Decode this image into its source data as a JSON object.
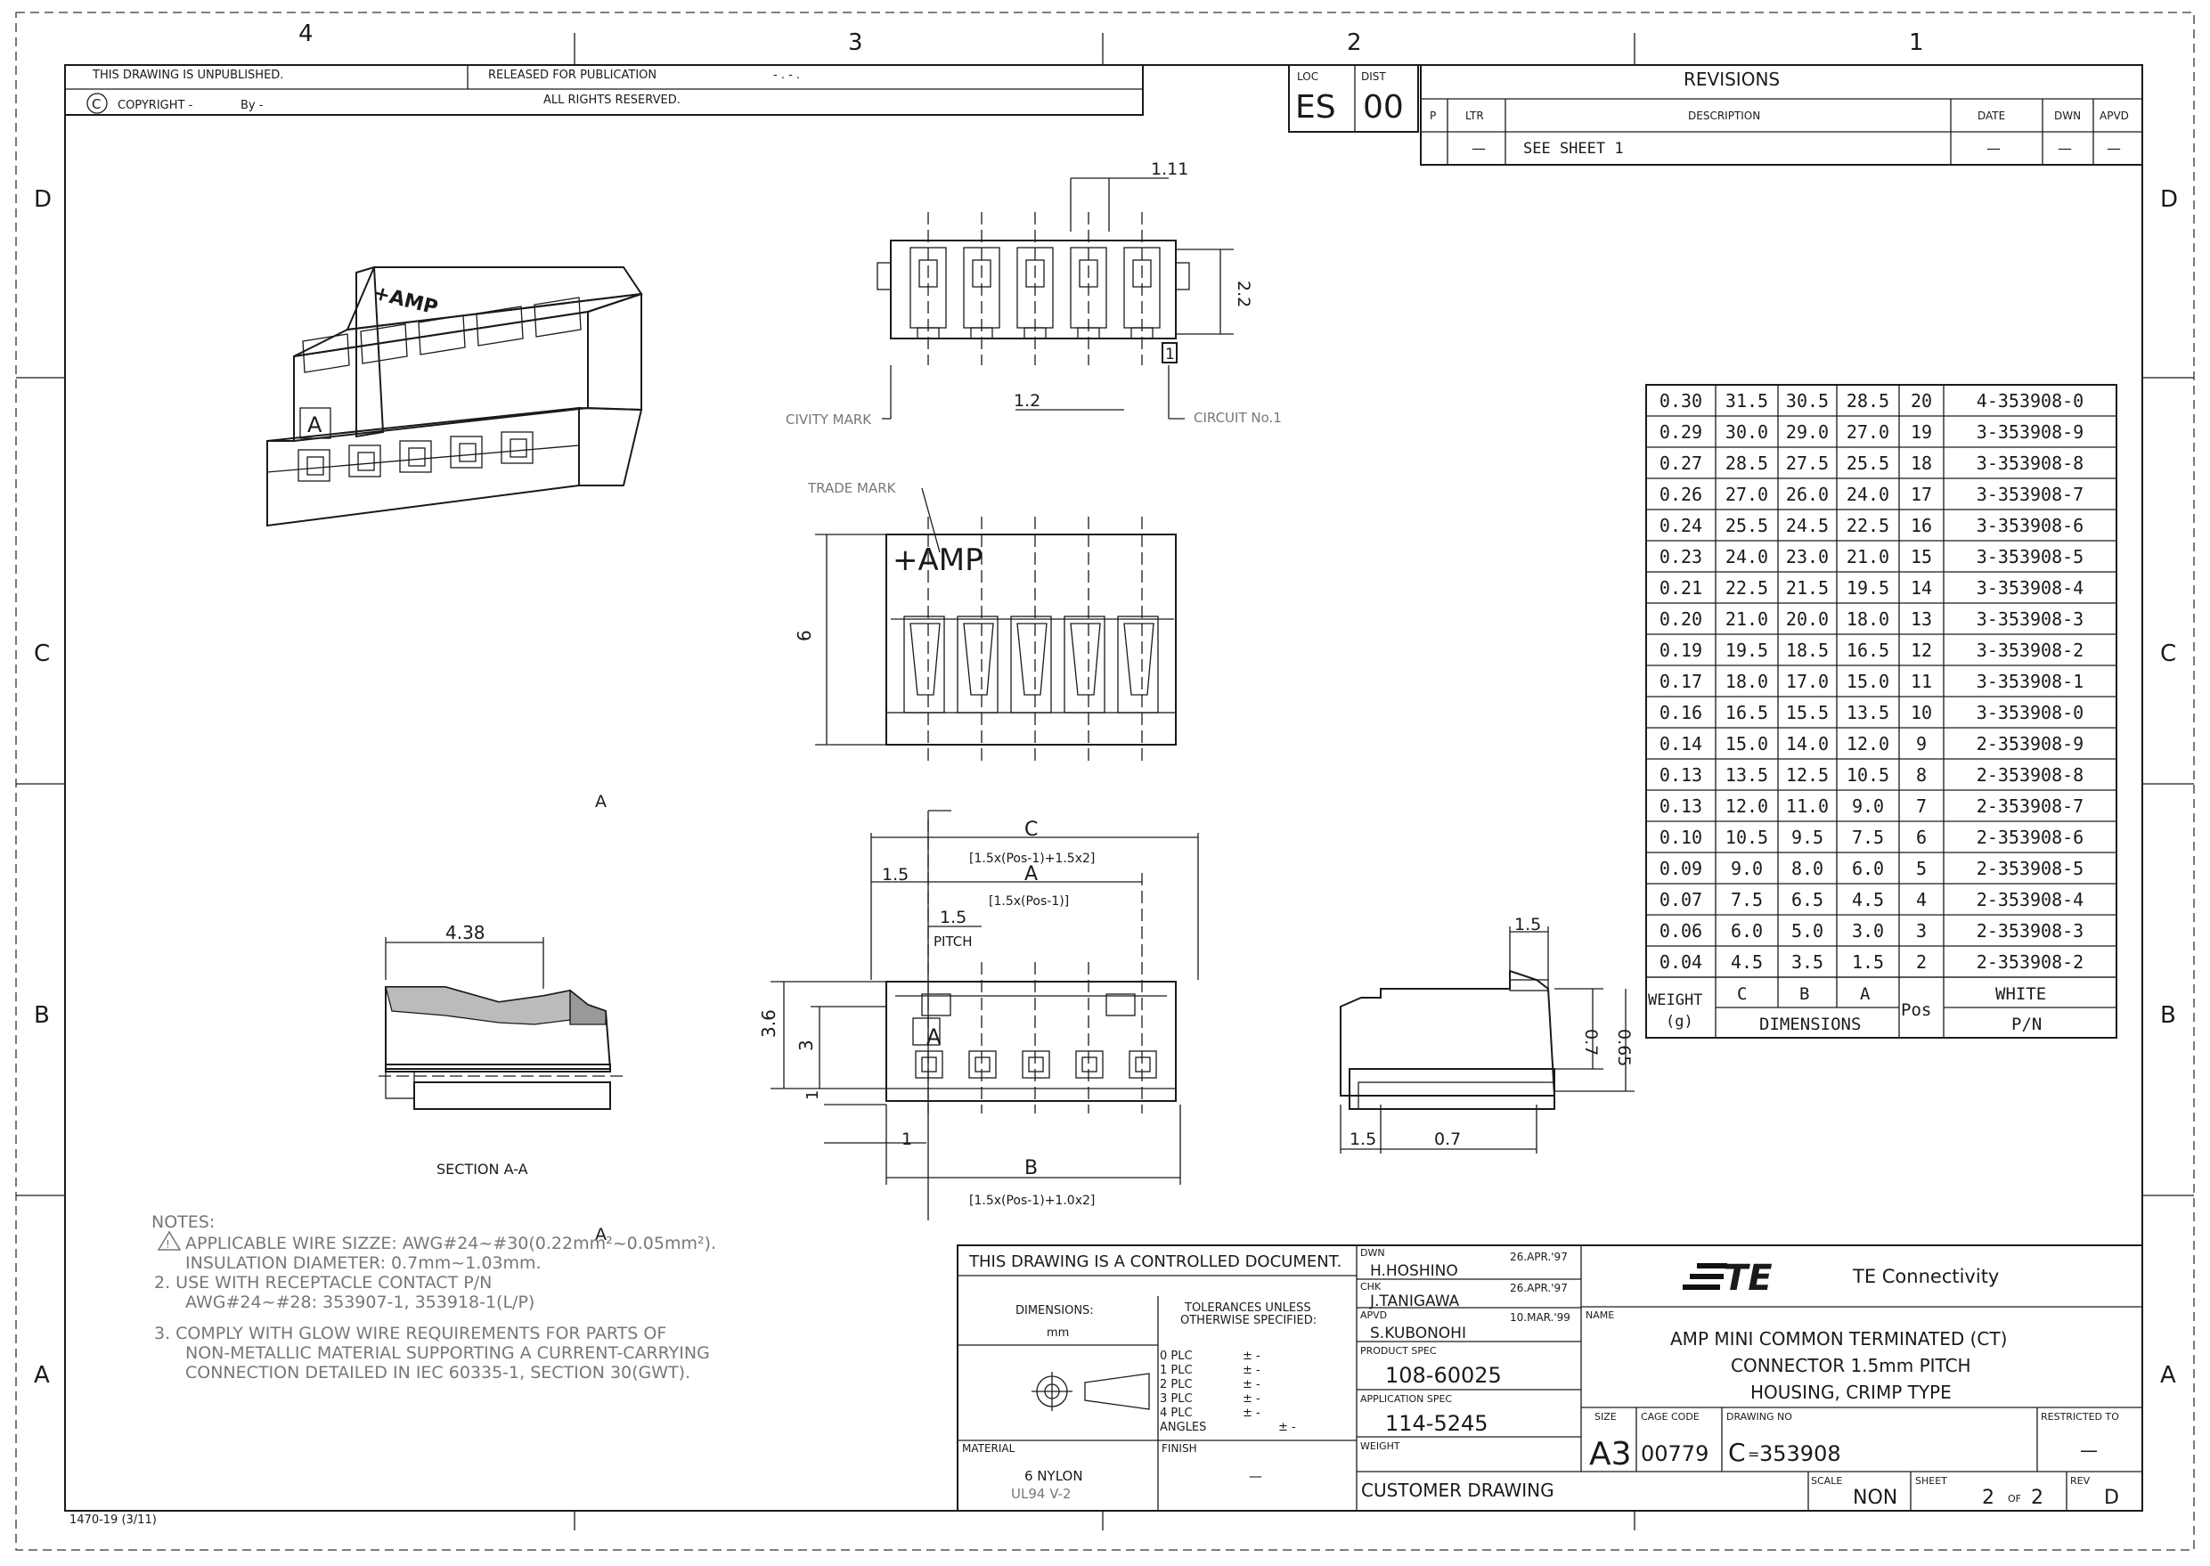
{
  "zones": {
    "cols": [
      "4",
      "3",
      "2",
      "1"
    ],
    "rows": [
      "D",
      "C",
      "B",
      "A"
    ]
  },
  "header": {
    "unpublished": "THIS DRAWING IS UNPUBLISHED.",
    "released": "RELEASED FOR PUBLICATION",
    "released_val": "- . -  .",
    "copyright": "COPYRIGHT  -",
    "by": "By -",
    "rights": "ALL RIGHTS RESERVED.",
    "loc_label": "LOC",
    "loc_val": "ES",
    "dist_label": "DIST",
    "dist_val": "00"
  },
  "revisions": {
    "title": "REVISIONS",
    "headers": [
      "P",
      "LTR",
      "DESCRIPTION",
      "DATE",
      "DWN",
      "APVD"
    ],
    "row": [
      "",
      "—",
      "SEE SHEET 1",
      "—",
      "—",
      "—"
    ]
  },
  "labels": {
    "dim_111": "1.11",
    "dim_22": "2.2",
    "dim_12": "1.2",
    "cavity_mark": "CIVITY MARK",
    "circuit_no1": "CIRCUIT No.1",
    "circuit_flag": "1",
    "trade_mark": "TRADE MARK",
    "amp": "+AMP",
    "dim_6": "6",
    "section_a": "A",
    "dim_c": "C",
    "dim_c_formula": "[1.5x(Pos-1)+1.5x2]",
    "dim_15a": "1.5",
    "dim_a": "A",
    "dim_a_formula": "[1.5x(Pos-1)]",
    "dim_15b": "1.5",
    "pitch": "PITCH",
    "dim_36": "3.6",
    "dim_3": "3",
    "dim_1v": "1",
    "dim_1h": "1",
    "dim_b": "B",
    "dim_b_formula": "[1.5x(Pos-1)+1.0x2]",
    "dim_438": "4.38",
    "section_title": "SECTION A-A",
    "dim_15c": "1.5",
    "dim_07v": "0.7",
    "dim_065": "0.65",
    "dim_15d": "1.5",
    "dim_07h": "0.7",
    "iso_amp": "+AMP",
    "iso_a": "A",
    "front_a": "A"
  },
  "notes": {
    "title": "NOTES:",
    "lines": [
      "APPLICABLE WIRE SIZZE: AWG#24~#30(0.22mm²~0.05mm²).",
      "INSULATION DIAMETER: 0.7mm~1.03mm.",
      "2. USE WITH RECEPTACLE CONTACT P/N",
      "AWG#24~#28: 353907-1, 353918-1(L/P)",
      "3. COMPLY WITH GLOW WIRE REQUIREMENTS FOR PARTS OF",
      "NON-METALLIC MATERIAL SUPPORTING A CURRENT-CARRYING",
      "CONNECTION DETAILED IN IEC 60335-1, SECTION 30(GWT)."
    ]
  },
  "dim_table": {
    "rows": [
      [
        "0.30",
        "31.5",
        "30.5",
        "28.5",
        "20",
        "4-353908-0"
      ],
      [
        "0.29",
        "30.0",
        "29.0",
        "27.0",
        "19",
        "3-353908-9"
      ],
      [
        "0.27",
        "28.5",
        "27.5",
        "25.5",
        "18",
        "3-353908-8"
      ],
      [
        "0.26",
        "27.0",
        "26.0",
        "24.0",
        "17",
        "3-353908-7"
      ],
      [
        "0.24",
        "25.5",
        "24.5",
        "22.5",
        "16",
        "3-353908-6"
      ],
      [
        "0.23",
        "24.0",
        "23.0",
        "21.0",
        "15",
        "3-353908-5"
      ],
      [
        "0.21",
        "22.5",
        "21.5",
        "19.5",
        "14",
        "3-353908-4"
      ],
      [
        "0.20",
        "21.0",
        "20.0",
        "18.0",
        "13",
        "3-353908-3"
      ],
      [
        "0.19",
        "19.5",
        "18.5",
        "16.5",
        "12",
        "3-353908-2"
      ],
      [
        "0.17",
        "18.0",
        "17.0",
        "15.0",
        "11",
        "3-353908-1"
      ],
      [
        "0.16",
        "16.5",
        "15.5",
        "13.5",
        "10",
        "3-353908-0"
      ],
      [
        "0.14",
        "15.0",
        "14.0",
        "12.0",
        "9",
        "2-353908-9"
      ],
      [
        "0.13",
        "13.5",
        "12.5",
        "10.5",
        "8",
        "2-353908-8"
      ],
      [
        "0.13",
        "12.0",
        "11.0",
        "9.0",
        "7",
        "2-353908-7"
      ],
      [
        "0.10",
        "10.5",
        "9.5",
        "7.5",
        "6",
        "2-353908-6"
      ],
      [
        "0.09",
        "9.0",
        "8.0",
        "6.0",
        "5",
        "2-353908-5"
      ],
      [
        "0.07",
        "7.5",
        "6.5",
        "4.5",
        "4",
        "2-353908-4"
      ],
      [
        "0.06",
        "6.0",
        "5.0",
        "3.0",
        "3",
        "2-353908-3"
      ],
      [
        "0.04",
        "4.5",
        "3.5",
        "1.5",
        "2",
        "2-353908-2"
      ]
    ],
    "weight": "WEIGHT",
    "weight_unit": "(g)",
    "col_c": "C",
    "col_b": "B",
    "col_a": "A",
    "col_pos": "Pos",
    "col_white": "WHITE",
    "dimensions": "DIMENSIONS",
    "pn": "P/N"
  },
  "title_block": {
    "controlled": "THIS DRAWING IS A CONTROLLED DOCUMENT.",
    "dimensions_label": "DIMENSIONS:",
    "dimensions_val": "mm",
    "tolerances_1": "TOLERANCES UNLESS",
    "tolerances_2": "OTHERWISE SPECIFIED:",
    "plc": [
      "0 PLC",
      "1 PLC",
      "2 PLC",
      "3 PLC",
      "4 PLC",
      "ANGLES"
    ],
    "plc_val": "± -",
    "material_label": "MATERIAL",
    "material_1": "6 NYLON",
    "material_2": "UL94 V-2",
    "finish_label": "FINISH",
    "finish_val": "—",
    "dwn_label": "DWN",
    "dwn_name": "H.HOSHINO",
    "dwn_date": "26.APR.'97",
    "chk_label": "CHK",
    "chk_name": "J.TANIGAWA",
    "chk_date": "26.APR.'97",
    "apvd_label": "APVD",
    "apvd_name": "S.KUBONOHI",
    "apvd_date": "10.MAR.'99",
    "product_spec_label": "PRODUCT SPEC",
    "product_spec": "108-60025",
    "app_spec_label": "APPLICATION SPEC",
    "app_spec": "114-5245",
    "weight_label": "WEIGHT",
    "customer": "CUSTOMER DRAWING",
    "logo": "TE",
    "company": "TE Connectivity",
    "name_label": "NAME",
    "name_1": "AMP MINI COMMON TERMINATED (CT)",
    "name_2": "CONNECTOR 1.5mm PITCH",
    "name_3": "HOUSING, CRIMP TYPE",
    "size_label": "SIZE",
    "size": "A3",
    "cage_label": "CAGE CODE",
    "cage": "00779",
    "drawing_no_label": "DRAWING NO",
    "drawing_no_prefix": "C",
    "drawing_no": "353908",
    "restricted_label": "RESTRICTED TO",
    "restricted": "—",
    "scale_label": "SCALE",
    "scale": "NON",
    "sheet_label": "SHEET",
    "sheet_num": "2",
    "sheet_of": "OF",
    "sheet_total": "2",
    "rev_label": "REV",
    "rev": "D"
  },
  "form_no": "1470-19  (3/11)"
}
